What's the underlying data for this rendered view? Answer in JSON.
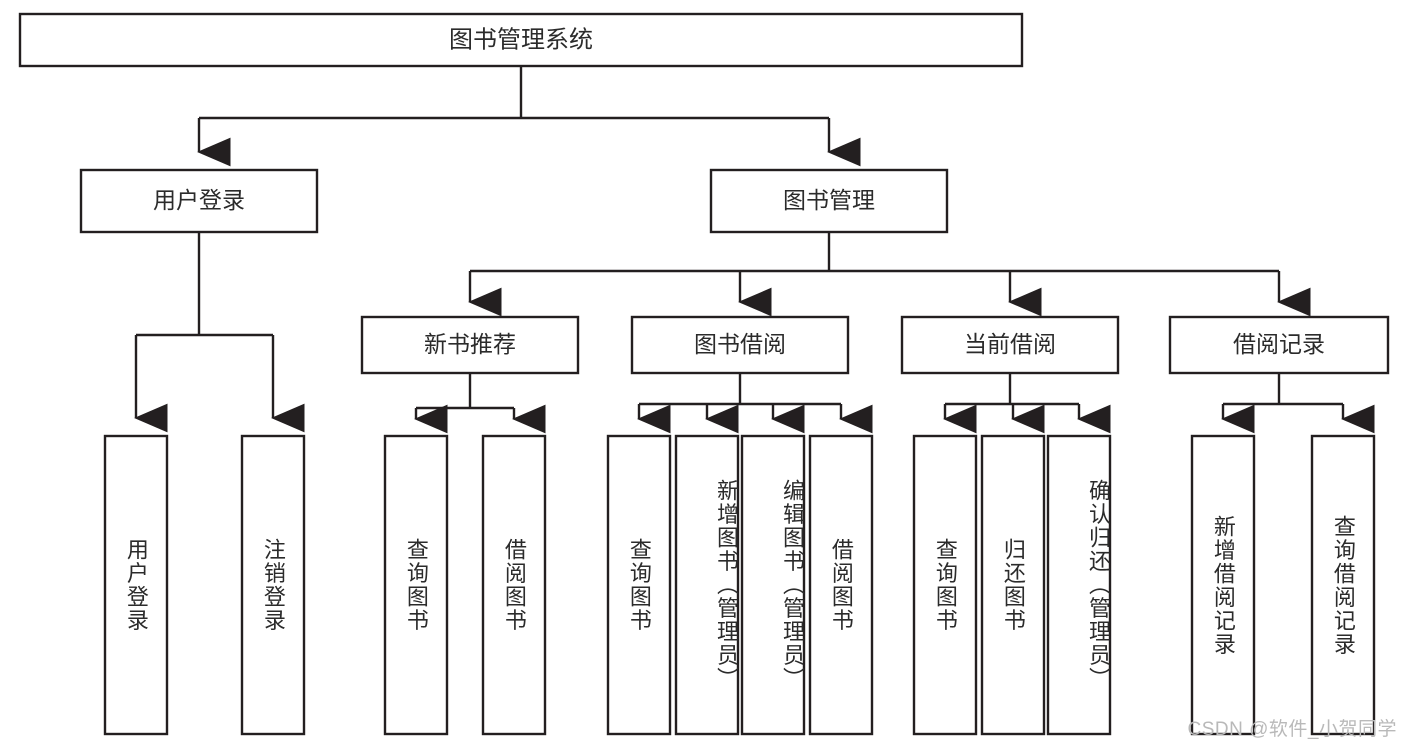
{
  "diagram": {
    "title": "图书管理系统",
    "type": "tree-hierarchy-chart",
    "watermark": "CSDN @软件_小贺同学",
    "colors": {
      "box_fill": "#ffffff",
      "box_stroke": "#231f20",
      "text": "#2b2b2b",
      "watermark": "#b9b9b9",
      "background": "#ffffff"
    },
    "root": {
      "label": "图书管理系统"
    },
    "level2": [
      {
        "label": "用户登录"
      },
      {
        "label": "图书管理"
      }
    ],
    "level3": [
      {
        "label": "新书推荐"
      },
      {
        "label": "图书借阅"
      },
      {
        "label": "当前借阅"
      },
      {
        "label": "借阅记录"
      }
    ],
    "leaves": {
      "user_login": [
        {
          "label": "用户登录"
        },
        {
          "label": "注销登录"
        }
      ],
      "new_book_recommend": [
        {
          "label": "查询图书"
        },
        {
          "label": "借阅图书"
        }
      ],
      "book_borrow": [
        {
          "label": "查询图书"
        },
        {
          "label": "新增图书（管理员）"
        },
        {
          "label": "编辑图书（管理员）"
        },
        {
          "label": "借阅图书"
        }
      ],
      "current_borrow": [
        {
          "label": "查询图书"
        },
        {
          "label": "归还图书"
        },
        {
          "label": "确认归还（管理员）"
        }
      ],
      "borrow_records": [
        {
          "label": "新增借阅记录"
        },
        {
          "label": "查询借阅记录"
        }
      ]
    }
  }
}
